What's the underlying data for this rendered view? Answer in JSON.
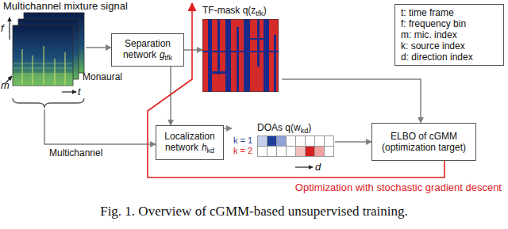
{
  "diagram": {
    "caption": "Fig. 1. Overview of cGMM-based unsupervised training.",
    "nodes": [
      {
        "text": [
          "Separation network",
          "g",
          "tfk"
        ]
      },
      {
        "text": [
          "TF-mask q(z",
          "tfk",
          ")"
        ]
      },
      {
        "text": [
          "t: time frame",
          "f: frequency bin",
          "m: mic. index",
          "k: source index",
          "d: direction index"
        ]
      },
      {
        "text": [
          "Localization network",
          "h",
          "kd"
        ]
      },
      {
        "text": [
          "DOAs q(w",
          "kd",
          ")"
        ]
      },
      {
        "text": [
          "ELBO of cGMM",
          "(optimization target)"
        ]
      }
    ],
    "edges": [
      {
        "from": 0,
        "to": 1,
        "arrow": "to"
      },
      {
        "from": 0,
        "to": 3,
        "arrow": "to"
      },
      {
        "from": 3,
        "to": 4,
        "arrow": "to"
      },
      {
        "from": 4,
        "to": 5,
        "arrow": "to"
      },
      {
        "from": 1,
        "to": 5,
        "arrow": "to"
      }
    ],
    "labels": [
      "Multichannel mixture signal",
      "f",
      "m",
      "t",
      "Monaural",
      "Multichannel",
      "k = 1",
      "k = 2",
      "d",
      "Optimization with stochastic gradient descent"
    ]
  }
}
